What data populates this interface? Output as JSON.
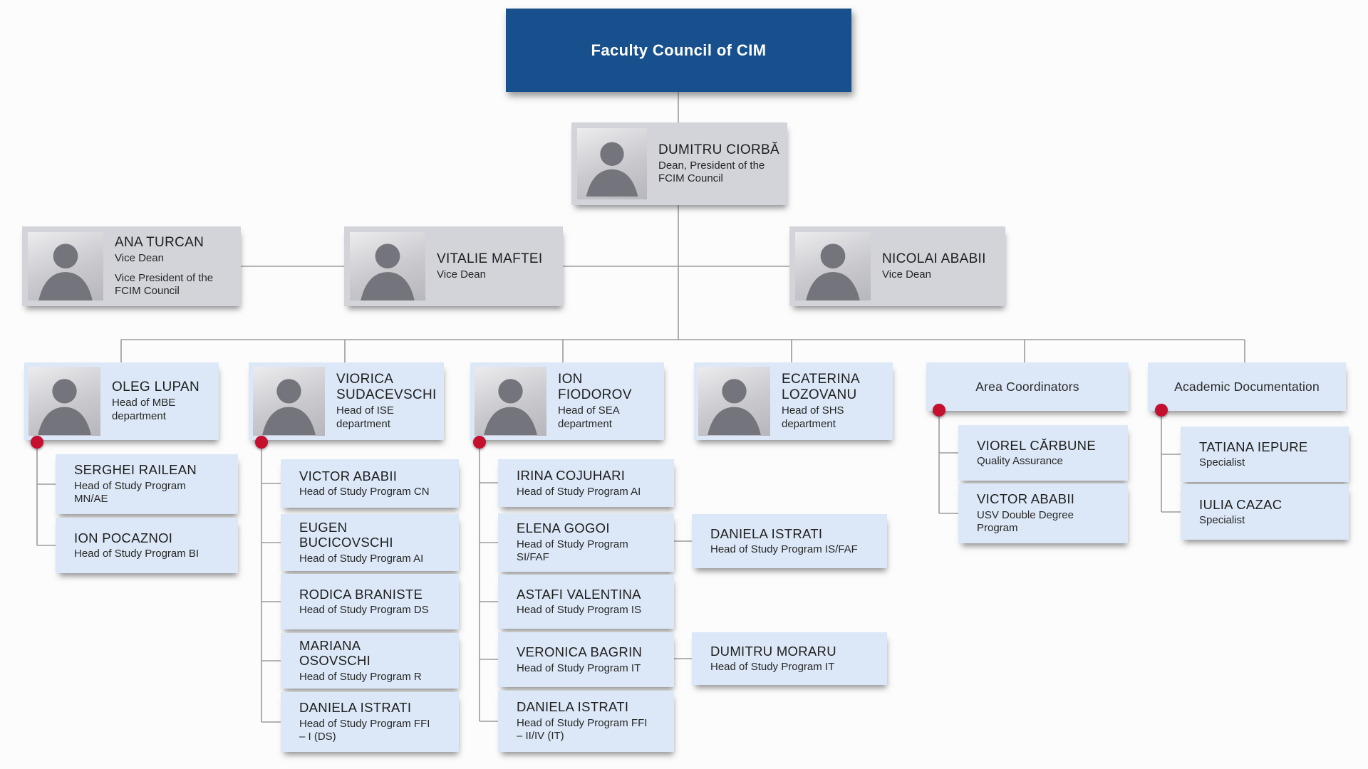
{
  "root": {
    "title": "Faculty Council of CIM"
  },
  "dean": {
    "name": "DUMITRU CIORBĂ",
    "role": "Dean, President of the FCIM Council"
  },
  "vice_deans": [
    {
      "name": "ANA TURCAN",
      "role": "Vice Dean",
      "role2": "Vice President of the FCIM Council"
    },
    {
      "name": "VITALIE MAFTEI",
      "role": "Vice Dean"
    },
    {
      "name": "NICOLAI ABABII",
      "role": "Vice Dean"
    }
  ],
  "departments": [
    {
      "head": {
        "name": "OLEG LUPAN",
        "role": "Head of MBE department"
      },
      "members": [
        {
          "name": "SERGHEI RAILEAN",
          "role": "Head of Study Program MN/AE"
        },
        {
          "name": "ION POCAZNOI",
          "role": "Head of Study Program BI"
        }
      ]
    },
    {
      "head": {
        "name": "VIORICA SUDACEVSCHI",
        "role": "Head of ISE department"
      },
      "members": [
        {
          "name": "VICTOR ABABII",
          "role": "Head of Study Program CN"
        },
        {
          "name": "EUGEN BUCICOVSCHI",
          "role": "Head of Study Program AI"
        },
        {
          "name": "RODICA BRANISTE",
          "role": "Head of Study Program DS"
        },
        {
          "name": "MARIANA OSOVSCHI",
          "role": "Head of Study Program R"
        },
        {
          "name": "DANIELA ISTRATI",
          "role": "Head of Study Program FFI – I (DS)"
        }
      ]
    },
    {
      "head": {
        "name": "ION FIODOROV",
        "role": "Head of SEA department"
      },
      "members": [
        {
          "name": "IRINA COJUHARI",
          "role": "Head of Study Program AI"
        },
        {
          "name": "ELENA GOGOI",
          "role": "Head of Study Program SI/FAF"
        },
        {
          "name": "ASTAFI VALENTINA",
          "role": "Head of Study Program IS"
        },
        {
          "name": "VERONICA BAGRIN",
          "role": "Head of Study Program IT"
        },
        {
          "name": "DANIELA ISTRATI",
          "role": "Head of Study Program FFI – II/IV (IT)"
        }
      ],
      "associates": [
        {
          "name": "DANIELA ISTRATI",
          "role": "Head of Study Program IS/FAF"
        },
        {
          "name": "DUMITRU MORARU",
          "role": "Head of Study Program IT"
        }
      ]
    },
    {
      "head": {
        "name": "ECATERINA LOZOVANU",
        "role": "Head of SHS department"
      }
    }
  ],
  "units": [
    {
      "title": "Area Coordinators",
      "members": [
        {
          "name": "VIOREL CĂRBUNE",
          "role": "Quality Assurance"
        },
        {
          "name": "VICTOR ABABII",
          "role": "USV Double Degree Program"
        }
      ]
    },
    {
      "title": "Academic Documentation",
      "members": [
        {
          "name": "TATIANA IEPURE",
          "role": "Specialist"
        },
        {
          "name": "IULIA CAZAC",
          "role": "Specialist"
        }
      ]
    }
  ],
  "colors": {
    "root_box": "#17508c",
    "gray_box": "#d2d4da",
    "blue_box": "#dce8f7",
    "connector": "#9b9b9b",
    "dot": "#c50f2e"
  }
}
